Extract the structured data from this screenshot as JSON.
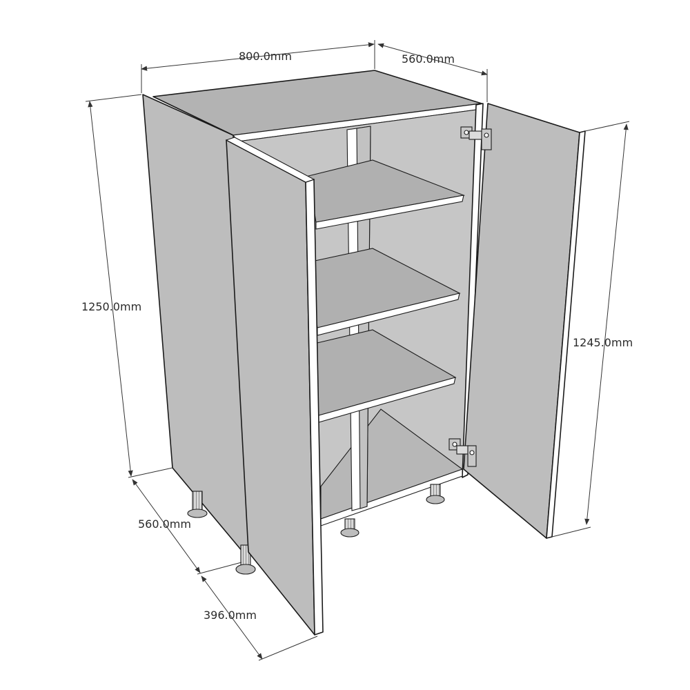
{
  "dimensions": {
    "width": "800.0mm",
    "depth_top": "560.0mm",
    "height_left": "1250.0mm",
    "height_right": "1245.0mm",
    "depth_bottom": "560.0mm",
    "door_width": "396.0mm"
  },
  "colors": {
    "panel": "#bdbdbd",
    "panel_dark": "#a9a9a9",
    "carcass_edge": "#ffffff",
    "line": "#1a1a1a",
    "hinge": "#c8c8c8"
  }
}
